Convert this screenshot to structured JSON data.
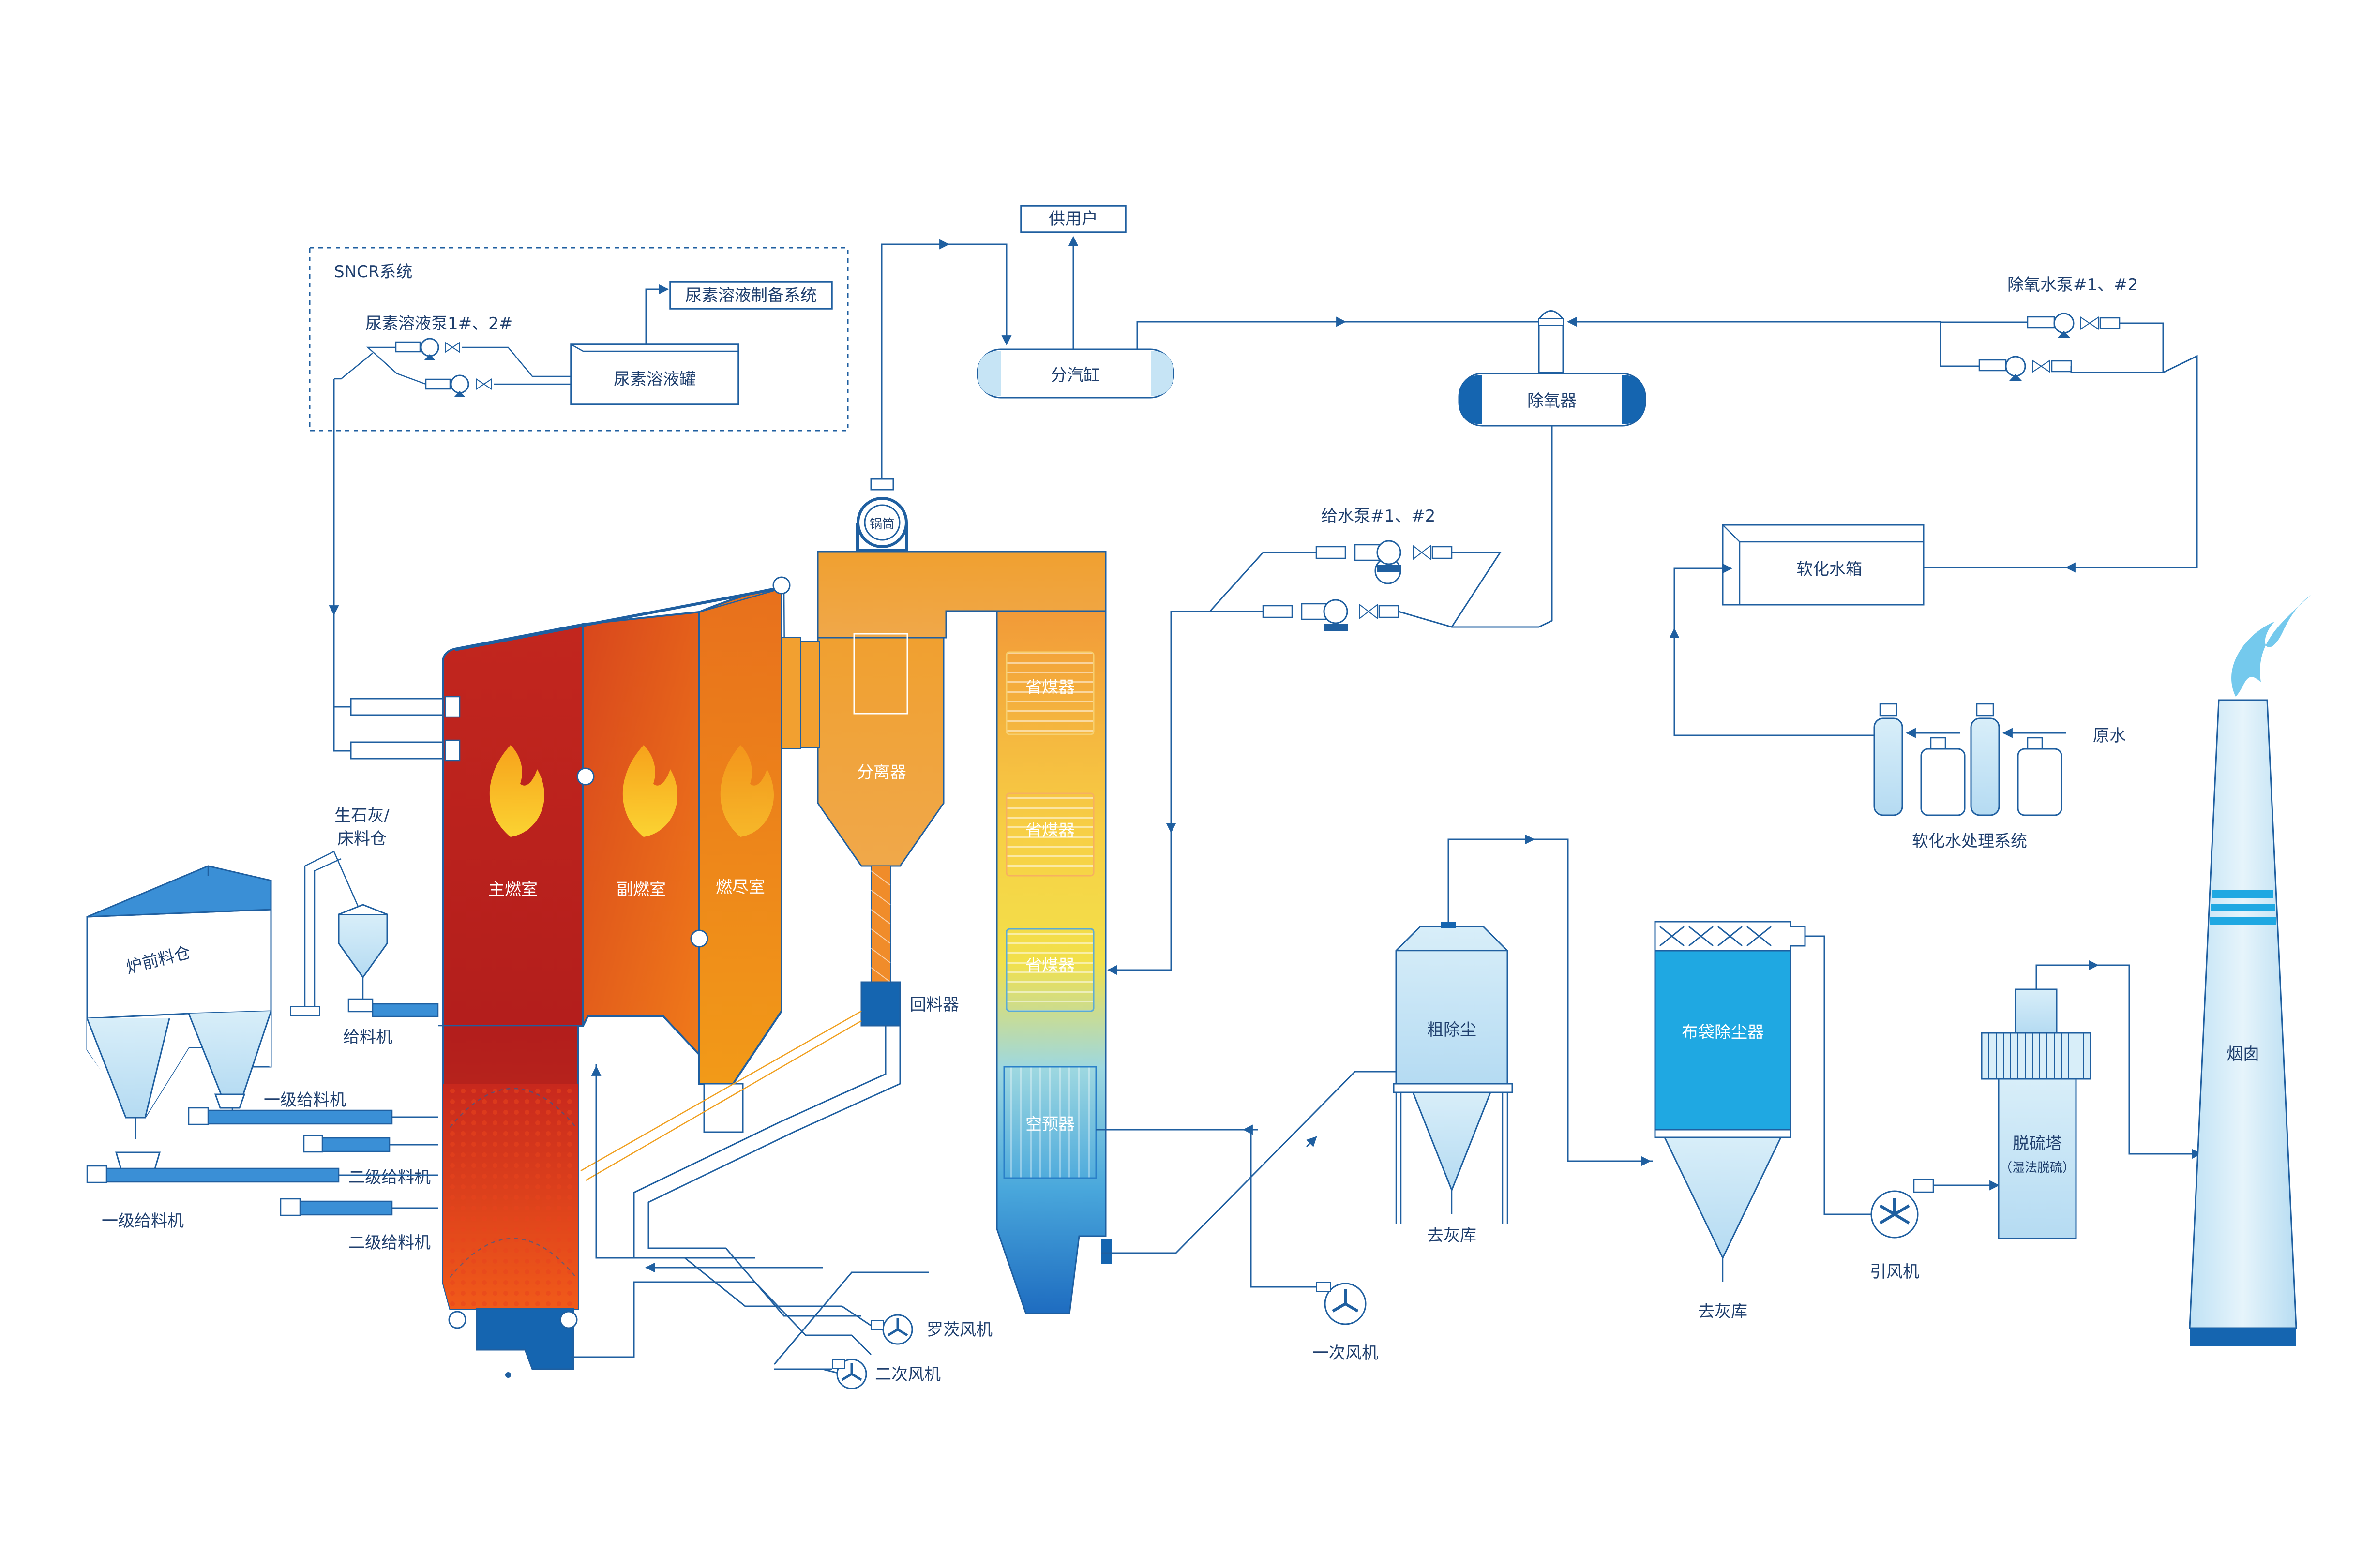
{
  "colors": {
    "line": "#1f5fa0",
    "main_chamber": "#b8201e",
    "sub_chamber": "#e4601c",
    "burnout_chamber": "#ee8a1a",
    "separator": "#f0a23a",
    "light_blue": "#c6e4f5",
    "mid_blue": "#2aa7e0",
    "dark_blue": "#1565b0",
    "flame": "#f9c019"
  },
  "labels": {
    "sncr": "SNCR系统",
    "urea_prep": "尿素溶液制备系统",
    "urea_pump": "尿素溶液泵1#、2#",
    "urea_tank": "尿素溶液罐",
    "user": "供用户",
    "steam_header": "分汽缸",
    "deaerator": "除氧器",
    "deaerator_pump": "除氧水泵#1、#2",
    "feed_pump": "给水泵#1、#2",
    "soft_tank": "软化水箱",
    "raw_water": "原水",
    "soft_system": "软化水处理系统",
    "drum": "锅筒",
    "separator": "分离器",
    "economizer_1": "省煤器",
    "economizer_2": "省煤器",
    "economizer_3": "省煤器",
    "air_preheater": "空预器",
    "returner": "回料器",
    "main_chamber": "主燃室",
    "sub_chamber": "副燃室",
    "burnout_chamber": "燃尽室",
    "lime_bin": "生石灰/\n床料仓",
    "feeder": "给料机",
    "front_bin": "炉前料仓",
    "feeder1_right": "一级给料机",
    "feeder2_upper": "二级给料机",
    "feeder1_left": "一级给料机",
    "feeder2_lower": "二级给料机",
    "roots_fan": "罗茨风机",
    "secondary_fan": "二次风机",
    "primary_fan": "一次风机",
    "coarse_dust": "粗除尘",
    "ash_1": "去灰库",
    "bag_filter": "布袋除尘器",
    "ash_2": "去灰库",
    "id_fan": "引风机",
    "desulf": "脱硫塔",
    "desulf_sub": "（湿法脱硫）",
    "chimney": "烟囱"
  }
}
